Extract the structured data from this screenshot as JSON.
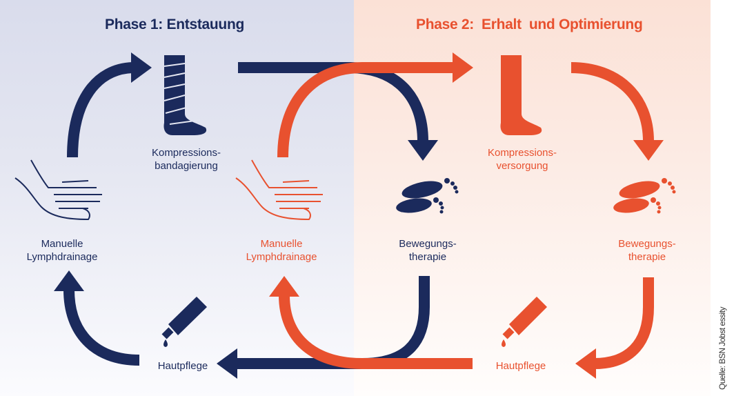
{
  "colors": {
    "phase1": "#1b2a5c",
    "phase2": "#e8512f"
  },
  "phase1": {
    "title": "Phase 1: Entstauung",
    "labels": {
      "compression": "Kompressions-\nbandagierung",
      "lymph": "Manuelle\nLymphdrainage",
      "movement": "Bewegungs-\ntherapie",
      "skin": "Hautpflege"
    }
  },
  "phase2": {
    "title": "Phase 2:  Erhalt  und Optimierung",
    "labels": {
      "compression": "Kompressions-\nversorgung",
      "lymph": "Manuelle\nLymphdrainage",
      "movement": "Bewegungs-\ntherapie",
      "skin": "Hautpflege"
    }
  },
  "source": "Quelle: BSN Jobst essity",
  "icons": [
    "bandaged-leg-icon",
    "compression-stocking-icon",
    "hands-massage-icon",
    "footprints-icon",
    "cream-tube-icon"
  ]
}
